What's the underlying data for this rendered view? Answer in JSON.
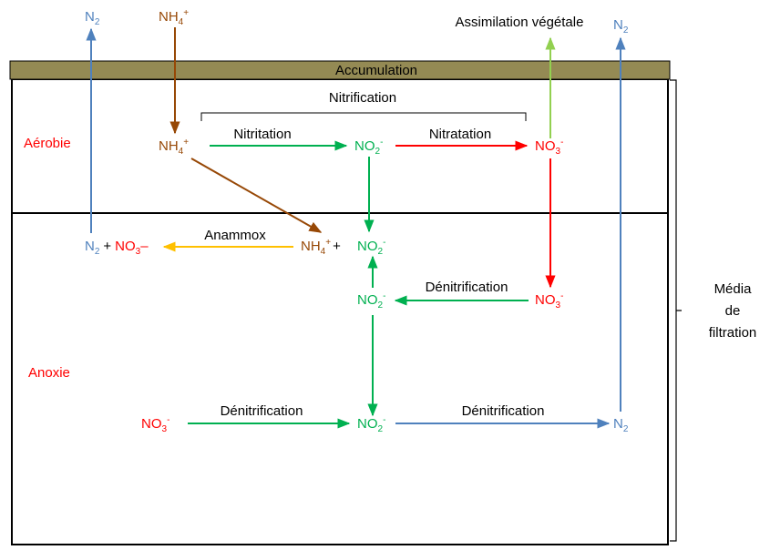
{
  "colors": {
    "blue": "#4f81bd",
    "brown": "#974806",
    "green": "#00b050",
    "red": "#ff0000",
    "yellow": "#ffc000",
    "light_green": "#92d050",
    "band": "#948a54",
    "black": "#000000"
  },
  "labels": {
    "accumulation": "Accumulation",
    "nitrification": "Nitrification",
    "nitritation": "Nitritation",
    "nitratation": "Nitratation",
    "anammox": "Anammox",
    "denitrification": "Dénitrification",
    "assimilation": "Assimilation végétale",
    "aerobie": "Aérobie",
    "anoxie": "Anoxie",
    "media": [
      "Média",
      "de",
      "filtration"
    ]
  },
  "species": {
    "N": "N",
    "NH": "NH",
    "NO": "NO",
    "two": "2",
    "three": "3",
    "four": "4",
    "plus_charge": "+",
    "minus_charge": "-",
    "plus": "+",
    "nitrate_anammox": "NO",
    "nitrate_anammox_sub": "3",
    "nitrate_anammox_charge": "–"
  }
}
